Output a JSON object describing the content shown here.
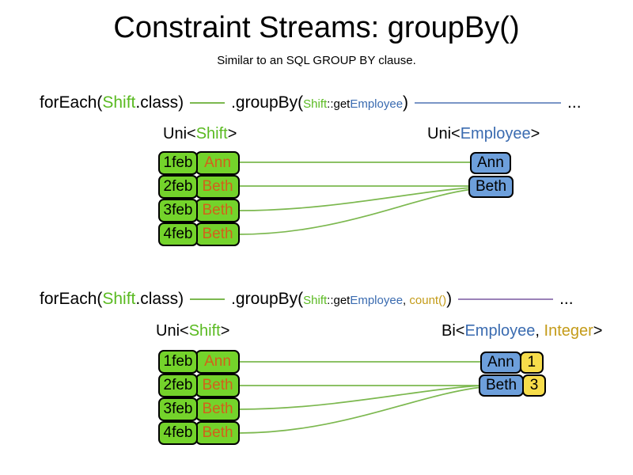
{
  "slide": {
    "title": "Constraint Streams: groupBy()",
    "subtitle": "Similar to an SQL GROUP BY clause."
  },
  "colors": {
    "cell_green": "#74d32b",
    "green_text": "#5aba21",
    "orange_text": "#d2611b",
    "blue_fill": "#6d9fdb",
    "blue_text": "#3a6bb0",
    "yellow_fill": "#f7dd4b",
    "gold_text": "#c49b18",
    "line_green": "#7cb84f",
    "line_blue": "#7a96c6",
    "line_purple": "#9b82b8"
  },
  "section1": {
    "code": {
      "foreach": "forEach(",
      "shift_class": "Shift",
      "class_suffix": ".class)",
      "groupby": ".groupBy(",
      "key_class": "Shift",
      "key_accessor": "::get",
      "key_property": "Employee",
      "close_paren": ")",
      "ellipsis": "..."
    },
    "source_header": {
      "prefix": "Uni<",
      "type": "Shift",
      "suffix": ">"
    },
    "result_header": {
      "prefix": "Uni<",
      "type": "Employee",
      "suffix": ">"
    },
    "shifts": [
      {
        "date": "1feb",
        "employee": "Ann"
      },
      {
        "date": "2feb",
        "employee": "Beth"
      },
      {
        "date": "3feb",
        "employee": "Beth"
      },
      {
        "date": "4feb",
        "employee": "Beth"
      }
    ],
    "results": [
      {
        "employee": "Ann"
      },
      {
        "employee": "Beth"
      }
    ]
  },
  "section2": {
    "code": {
      "foreach": "forEach(",
      "shift_class": "Shift",
      "class_suffix": ".class)",
      "groupby": ".groupBy(",
      "key_class": "Shift",
      "key_accessor": "::get",
      "key_property": "Employee",
      "comma": ",",
      "collector": "count()",
      "close_paren": ")",
      "ellipsis": "..."
    },
    "source_header": {
      "prefix": "Uni<",
      "type": "Shift",
      "suffix": ">"
    },
    "result_header": {
      "prefix": "Bi<",
      "type1": "Employee",
      "comma": ",",
      "type2": "Integer",
      "suffix": ">"
    },
    "shifts": [
      {
        "date": "1feb",
        "employee": "Ann"
      },
      {
        "date": "2feb",
        "employee": "Beth"
      },
      {
        "date": "3feb",
        "employee": "Beth"
      },
      {
        "date": "4feb",
        "employee": "Beth"
      }
    ],
    "results": [
      {
        "employee": "Ann",
        "count": "1"
      },
      {
        "employee": "Beth",
        "count": "3"
      }
    ]
  }
}
